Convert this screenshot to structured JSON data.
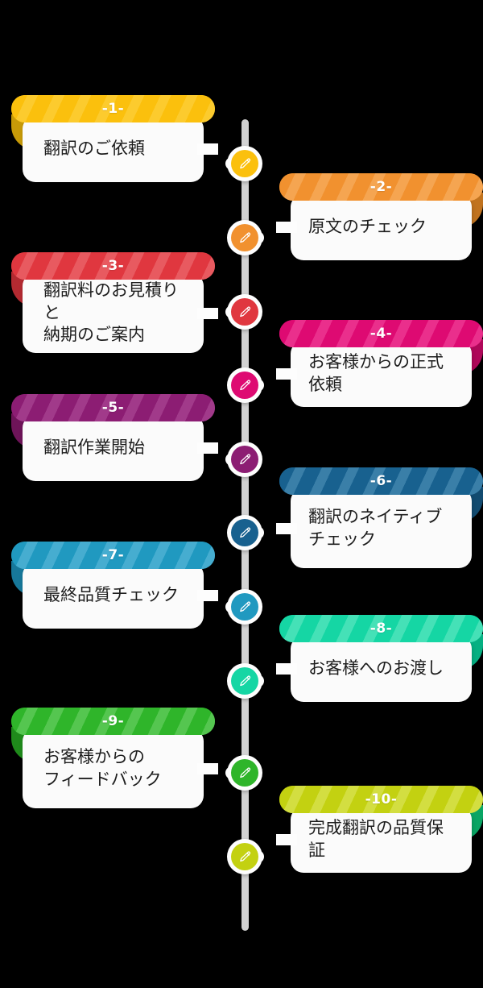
{
  "background_color": "#000000",
  "timeline": {
    "spine_color": "#d2d2d2",
    "node_icon": "pencil-icon",
    "steps": [
      {
        "number": "-1-",
        "text": "翻訳のご依頼",
        "color": "#fbc00d",
        "stripe_color": "#fccb2e",
        "fold_color": "#c79a08",
        "side": "left"
      },
      {
        "number": "-2-",
        "text": "原文のチェック",
        "color": "#f1912f",
        "stripe_color": "#f5a551",
        "fold_color": "#c1731f",
        "side": "right"
      },
      {
        "number": "-3-",
        "text": "翻訳料のお見積りと\n納期のご案内",
        "color": "#e0373f",
        "stripe_color": "#e85a60",
        "fold_color": "#b32a31",
        "side": "left"
      },
      {
        "number": "-4-",
        "text": "お客様からの正式依頼",
        "color": "#de0a72",
        "stripe_color": "#ea2f8c",
        "fold_color": "#af0759",
        "side": "right"
      },
      {
        "number": "-5-",
        "text": "翻訳作業開始",
        "color": "#8c1d73",
        "stripe_color": "#a13a8a",
        "fold_color": "#6e1459",
        "side": "left"
      },
      {
        "number": "-6-",
        "text": "翻訳のネイティブ\nチェック",
        "color": "#18618f",
        "stripe_color": "#3a7fa8",
        "fold_color": "#124b70",
        "side": "right"
      },
      {
        "number": "-7-",
        "text": "最終品質チェック",
        "color": "#2099c0",
        "stripe_color": "#46add0",
        "fold_color": "#17789a",
        "side": "left"
      },
      {
        "number": "-8-",
        "text": "お客様へのお渡し",
        "color": "#15d6a4",
        "stripe_color": "#45e1b7",
        "fold_color": "#05b082",
        "side": "right"
      },
      {
        "number": "-9-",
        "text": "お客様からの\nフィードバック",
        "color": "#2fb52a",
        "stripe_color": "#55c650",
        "fold_color": "#1f8a1b",
        "side": "left"
      },
      {
        "number": "-10-",
        "text": "完成翻訳の品質保証",
        "color": "#c3d111",
        "stripe_color": "#d3de41",
        "fold_color": "#09a564",
        "side": "right"
      }
    ]
  }
}
